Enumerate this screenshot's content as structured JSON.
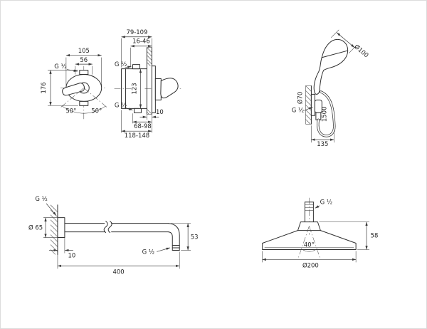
{
  "sheet": {
    "background": "#ffffff",
    "line_color": "#2e2e2e",
    "dimension_color": "#3c3c3c"
  },
  "mixer_front": {
    "dim_width": "105",
    "dim_width_inner": "56",
    "dim_height": "176",
    "thread_top": "G ½",
    "angle_left": "50°",
    "angle_right": "50°"
  },
  "mixer_side": {
    "dim_depth_total": "79-109",
    "dim_depth_rough": "16-46",
    "thread_top": "G ½",
    "dim_height": "123",
    "thread_bottom": "G ½",
    "dim_trim": "10",
    "dim_depth_low_rough": "68-98",
    "dim_depth_low_total": "118-148"
  },
  "hand_shower": {
    "dim_head_diameter": "Ø100",
    "dim_union_diameter": "Ø70",
    "thread": "G ½",
    "hose_length": "1500",
    "dim_offset": "135"
  },
  "shower_arm": {
    "thread_wall": "G ½",
    "dim_flange_diameter": "Ø 65",
    "dim_wall_offset": "10",
    "thread_outlet": "G ½",
    "dim_drop": "53",
    "dim_length": "400"
  },
  "head_shower": {
    "thread": "G ½",
    "dim_height": "58",
    "spray_angle": "40°",
    "dim_diameter": "Ø200"
  }
}
